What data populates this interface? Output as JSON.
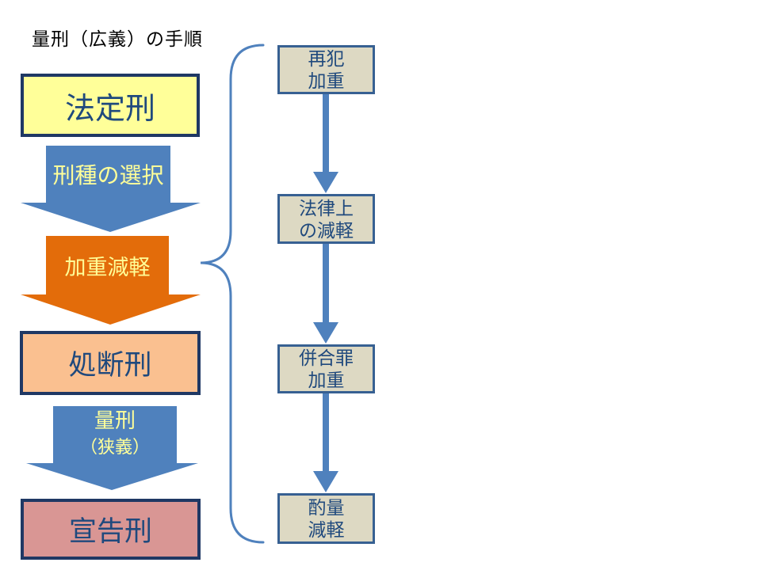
{
  "title": "量刑（広義）の手順",
  "colors": {
    "accent_blue": "#4F81BD",
    "accent_orange": "#E36C0A",
    "statutory_fill": "#FFFF99",
    "adjudicated_fill": "#FAC090",
    "pronounced_fill": "#D99694",
    "side_box_fill": "#DDD9C3",
    "dark_navy_border": "#1F3864",
    "side_box_border": "#376092",
    "navy_text": "#1F497D",
    "arrow_label_text": "#FFFF99",
    "title_text": "#000000"
  },
  "main_flow": {
    "statutory_box": "法定刑",
    "selection_arrow": "刑種の選択",
    "aggravation_arrow": "加重減軽",
    "adjudicated_box": "処断刑",
    "sentencing_arrow_line1": "量刑",
    "sentencing_arrow_line2": "（狭義）",
    "pronounced_box": "宣告刑"
  },
  "side_flow": {
    "boxes": [
      {
        "line1": "再犯",
        "line2": "加重"
      },
      {
        "line1": "法律上",
        "line2": "の減軽"
      },
      {
        "line1": "併合罪",
        "line2": "加重"
      },
      {
        "line1": "酌量",
        "line2": "減軽"
      }
    ]
  }
}
